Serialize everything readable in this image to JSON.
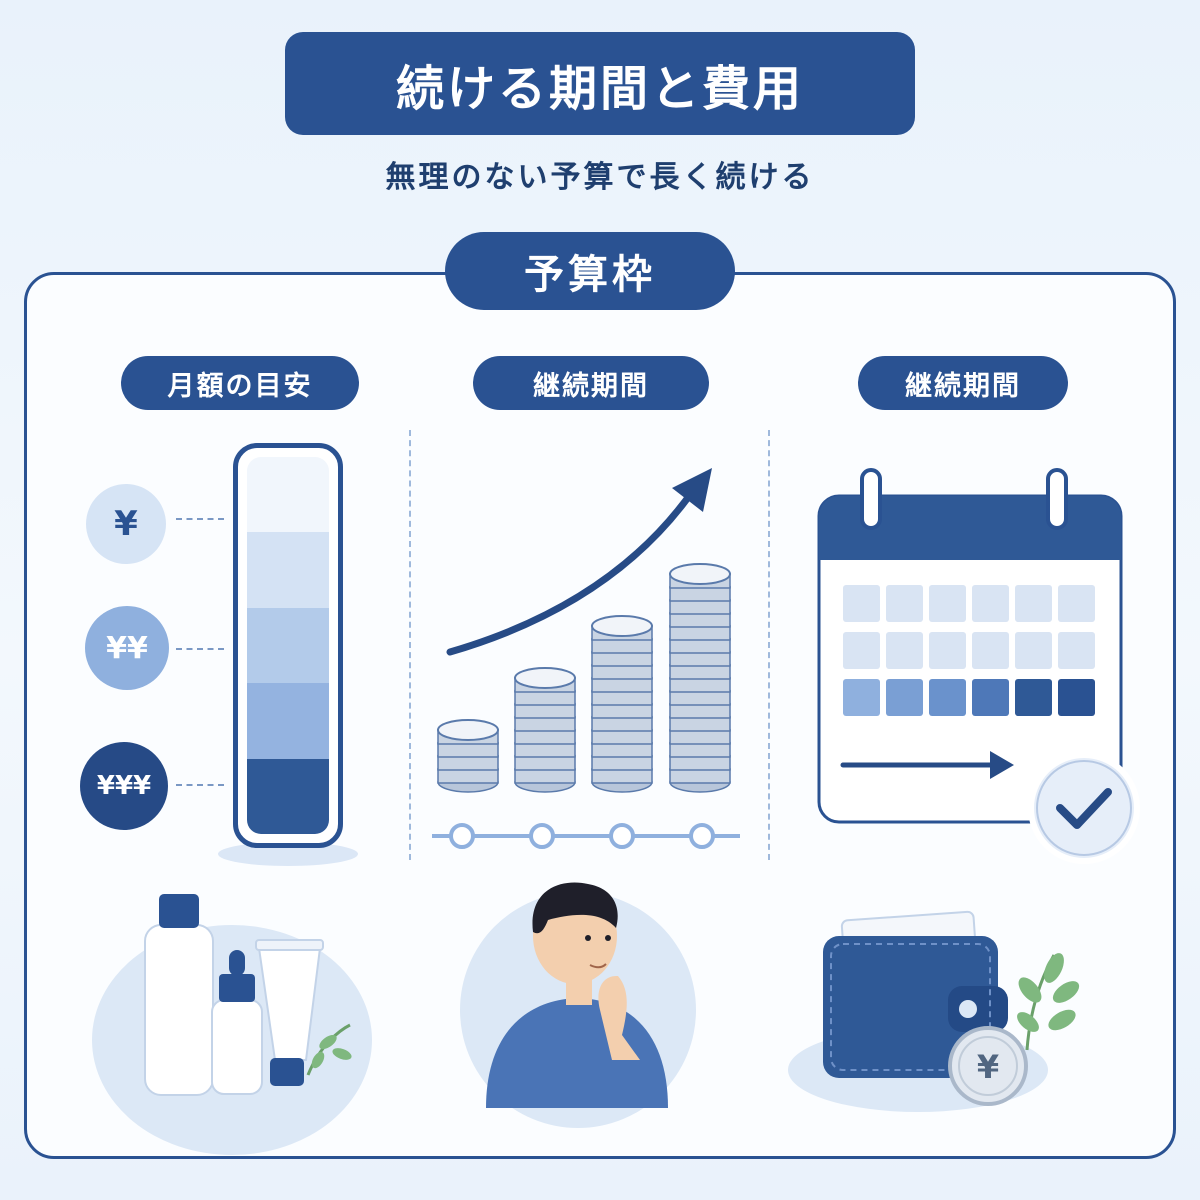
{
  "header": {
    "title": "続ける期間と費用",
    "subtitle": "無理のない予算で長く続ける"
  },
  "panel": {
    "label": "予算枠",
    "columns": [
      {
        "label": "月額の目安"
      },
      {
        "label": "継続期間"
      },
      {
        "label": "継続期間"
      }
    ]
  },
  "budget_levels": [
    {
      "label": "¥"
    },
    {
      "label": "¥¥"
    },
    {
      "label": "¥¥¥"
    }
  ],
  "coin_stacks": [
    4,
    8,
    12,
    16
  ],
  "calendar": {
    "rows": 3,
    "cols": 6
  },
  "wallet": {
    "coin_symbol": "¥"
  },
  "icons": {
    "growth": "trend-up-arrow-icon",
    "calendar": "calendar-icon",
    "check": "check-circle-icon",
    "bottles": "skincare-bottles-icon",
    "person": "thinking-person-icon",
    "wallet": "wallet-icon",
    "leaf": "leaf-icon"
  },
  "colors": {
    "primary": "#2a5292",
    "dark": "#1f3f6f",
    "light": "#d6e4f5",
    "background": "#eef5fc"
  }
}
